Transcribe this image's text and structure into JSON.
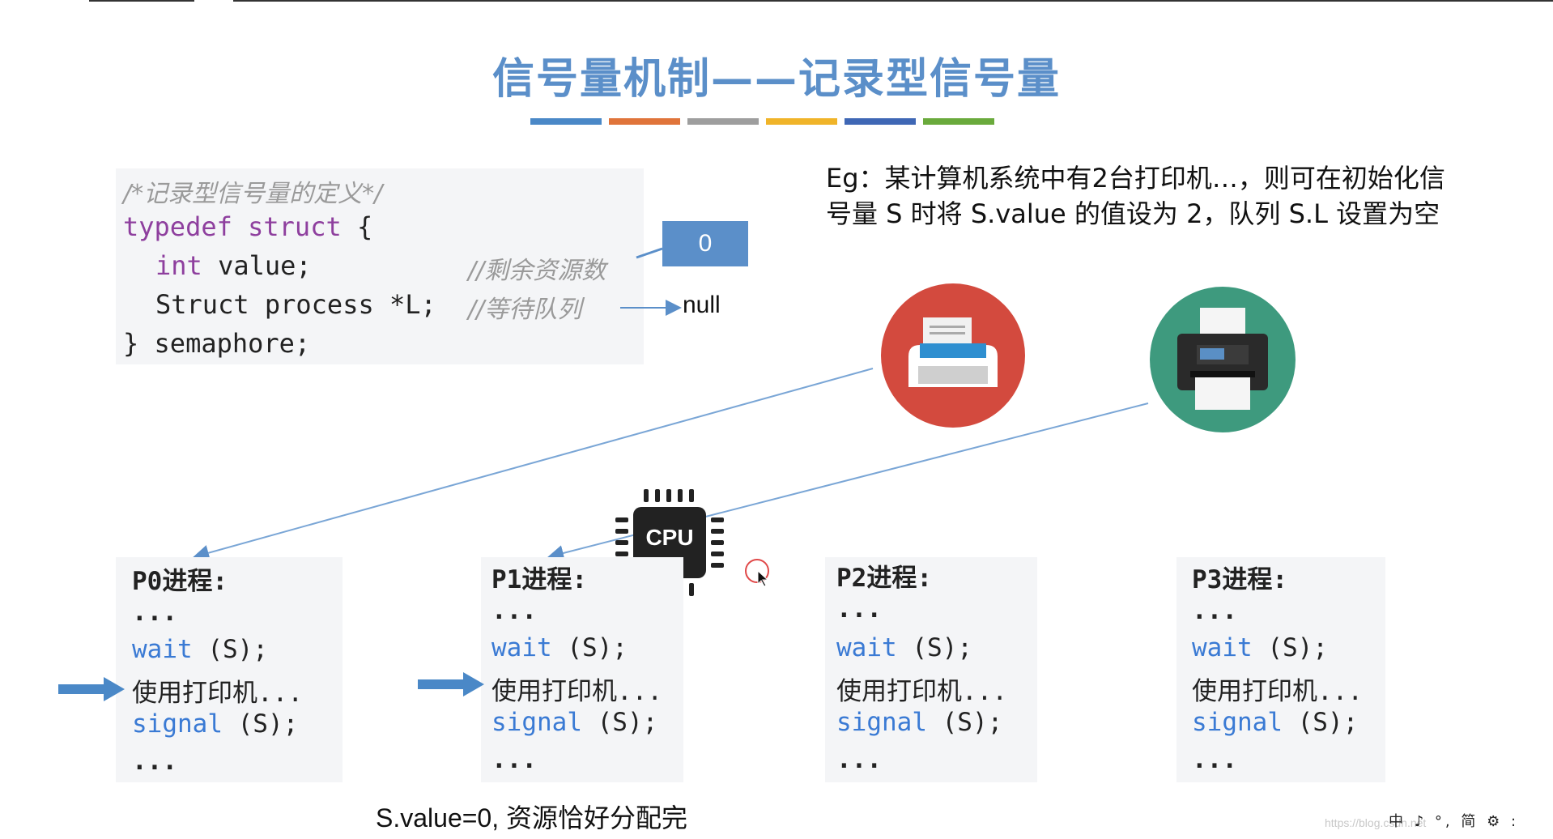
{
  "slide": {
    "title": "信号量机制——记录型信号量",
    "title_bar_colors": [
      "#4a88c7",
      "#e0743a",
      "#9e9e9e",
      "#f0b429",
      "#3f67b5",
      "#6aaa3c"
    ]
  },
  "code": {
    "comment": "/*记录型信号量的定义*/",
    "line1_kw": "typedef",
    "line1_kw2": "struct",
    "line1_rest": " {",
    "line2_kw": "int",
    "line2_rest": " value;",
    "line2_comment": "//剩余资源数",
    "line3": "Struct process *L;",
    "line3_comment": "//等待队列",
    "line4": "} semaphore;"
  },
  "value_box": "0",
  "null_label": "null",
  "example_text": "Eg：某计算机系统中有2台打印机…，则可在初始化信号量 S 时将 S.value 的值设为 2，队列 S.L 设置为空",
  "cpu_label": "CPU",
  "processes": [
    {
      "name": "P0进程:",
      "dots1": "...",
      "wait_kw": "wait",
      "wait_rest": " (S);",
      "use": "使用打印机...",
      "signal_kw": "signal",
      "signal_rest": " (S);",
      "dots2": "..."
    },
    {
      "name": "P1进程:",
      "dots1": "...",
      "wait_kw": "wait",
      "wait_rest": " (S);",
      "use": "使用打印机...",
      "signal_kw": "signal",
      "signal_rest": " (S);",
      "dots2": "..."
    },
    {
      "name": "P2进程:",
      "dots1": "...",
      "wait_kw": "wait",
      "wait_rest": " (S);",
      "use": "使用打印机...",
      "signal_kw": "signal",
      "signal_rest": " (S);",
      "dots2": "..."
    },
    {
      "name": "P3进程:",
      "dots1": "...",
      "wait_kw": "wait",
      "wait_rest": " (S);",
      "use": "使用打印机...",
      "signal_kw": "signal",
      "signal_rest": " (S);",
      "dots2": "..."
    }
  ],
  "caption": "S.value=0, 资源恰好分配完",
  "watermark": "https://blog.csdn.net",
  "tray": "中 ♪ °, 简 ⚙ :"
}
